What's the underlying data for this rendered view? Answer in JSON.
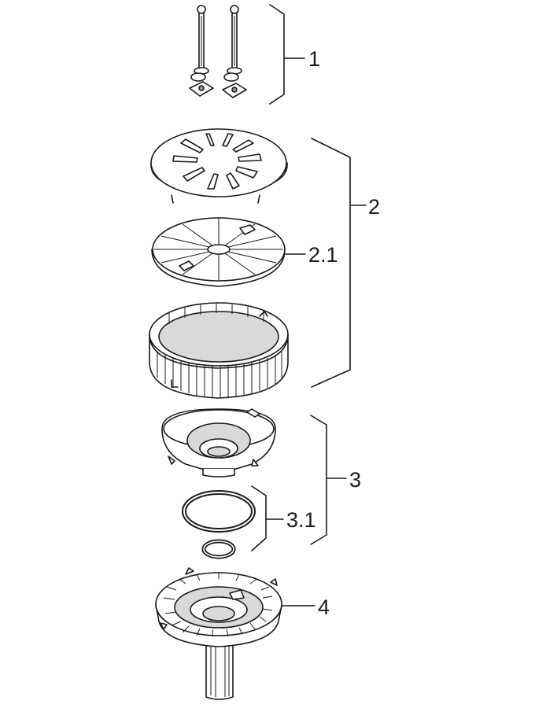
{
  "labels": {
    "l1": "1",
    "l2": "2",
    "l21": "2.1",
    "l3": "3",
    "l31": "3.1",
    "l4": "4"
  }
}
